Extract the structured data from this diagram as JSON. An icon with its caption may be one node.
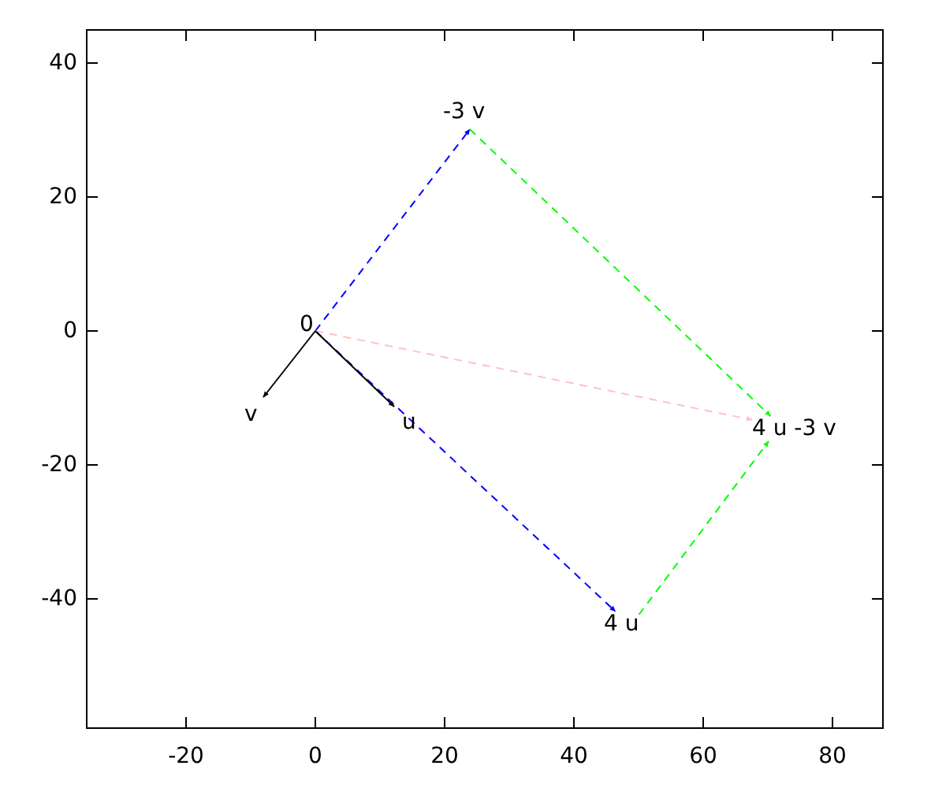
{
  "diagram": {
    "nodes": [
      {
        "text": [
          "0"
        ]
      },
      {
        "text": [
          "v"
        ]
      },
      {
        "text": [
          "u"
        ]
      },
      {
        "text": [
          "-3 v"
        ]
      },
      {
        "text": [
          "4 u"
        ]
      },
      {
        "text": [
          "4 u -3 v"
        ]
      }
    ],
    "edges": [
      {
        "from": 0,
        "to": 2,
        "arrow": "to"
      },
      {
        "from": 0,
        "to": 1,
        "arrow": "to"
      },
      {
        "from": 0,
        "to": 3,
        "arrow": "to",
        "style": "dashed",
        "color": "#0000ff"
      },
      {
        "from": 0,
        "to": 4,
        "arrow": "to",
        "style": "dashed",
        "color": "#0000ff"
      },
      {
        "from": 3,
        "to": 5,
        "arrow": "to",
        "style": "dashed",
        "color": "#00ff00"
      },
      {
        "from": 4,
        "to": 5,
        "arrow": "to",
        "style": "dashed",
        "color": "#00ff00"
      },
      {
        "from": 0,
        "to": 5,
        "arrow": "to",
        "style": "dashed",
        "color": "#ffc0cb"
      }
    ],
    "labels": [
      "40",
      "20",
      "0",
      "-20",
      "-40",
      "-20",
      "0",
      "20",
      "40",
      "60",
      "80"
    ]
  }
}
